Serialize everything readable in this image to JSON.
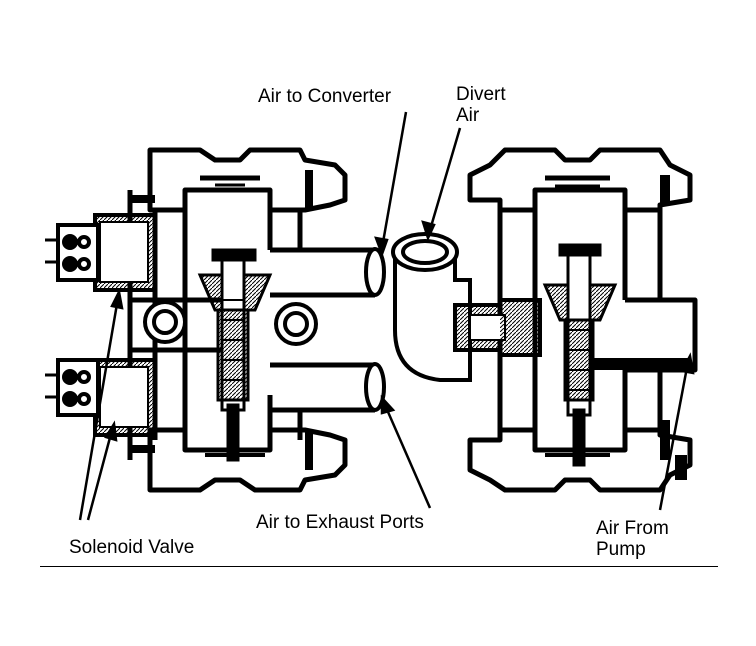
{
  "labels": {
    "air_to_converter": "Air to Converter",
    "divert_air_line1": "Divert",
    "divert_air_line2": "Air",
    "air_to_exhaust_ports": "Air to Exhaust Ports",
    "solenoid_valve": "Solenoid Valve",
    "air_from_pump_line1": "Air From",
    "air_from_pump_line2": "Pump"
  },
  "colors": {
    "ink": "#000000",
    "paper": "#ffffff"
  }
}
